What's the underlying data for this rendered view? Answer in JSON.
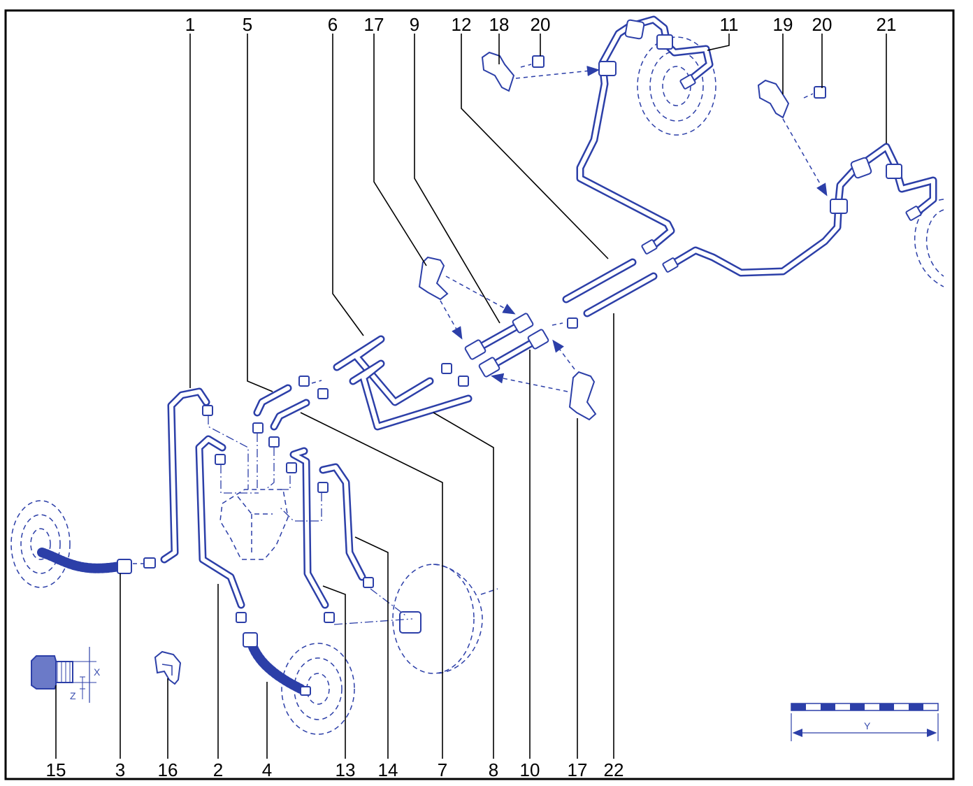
{
  "callouts": {
    "top": [
      "1",
      "5",
      "6",
      "17",
      "9",
      "12",
      "18",
      "20",
      "11",
      "19",
      "20",
      "21"
    ],
    "bottom": [
      "15",
      "3",
      "16",
      "2",
      "4",
      "13",
      "14",
      "7",
      "8",
      "10",
      "17",
      "22"
    ]
  },
  "dimension_labels": {
    "x": "X",
    "z": "Z"
  },
  "scale_bar": {
    "label": "Y",
    "segments": 10
  },
  "colors": {
    "line_art": "#2c3fa8",
    "callout_text": "#000000",
    "frame": "#000000",
    "background": "#ffffff"
  }
}
